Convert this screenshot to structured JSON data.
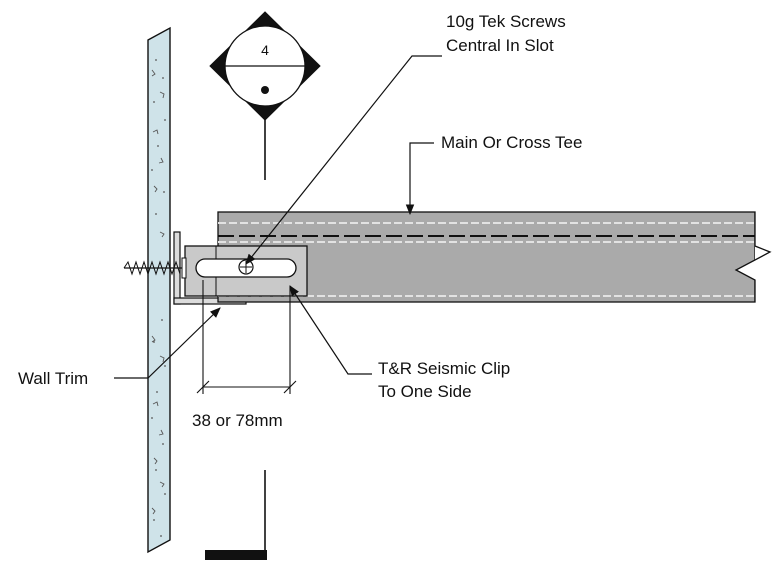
{
  "section_marker": {
    "number": "4"
  },
  "labels": {
    "screws_line1": "10g Tek Screws",
    "screws_line2": "Central In Slot",
    "tee": "Main Or Cross Tee",
    "wall_trim": "Wall Trim",
    "clip_line1": "T&R Seismic Clip",
    "clip_line2": "To One Side",
    "dimension": "38 or 78mm"
  },
  "colors": {
    "wall_fill": "#cfe3e9",
    "tee_fill": "#aaaaaa",
    "clip_fill": "#c9c9c9",
    "line": "#111111"
  }
}
